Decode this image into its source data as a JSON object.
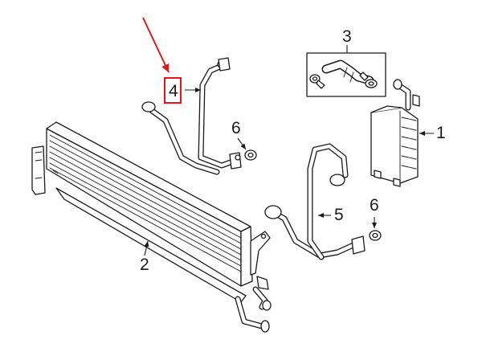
{
  "callouts": [
    {
      "number": "1",
      "part": "oil-cooler"
    },
    {
      "number": "2",
      "part": "radiator-cooler"
    },
    {
      "number": "3",
      "part": "hose-kit"
    },
    {
      "number": "4",
      "part": "upper-pipe"
    },
    {
      "number": "5",
      "part": "lower-pipe"
    },
    {
      "number": "6",
      "part": "seal-ring-upper"
    },
    {
      "number": "6",
      "part": "seal-ring-lower"
    }
  ],
  "highlight": {
    "callout_index": 3,
    "box_color": "#e3161b",
    "arrow_color": "#e3161b"
  },
  "line_color": "#1a1a1a",
  "background": "#ffffff"
}
